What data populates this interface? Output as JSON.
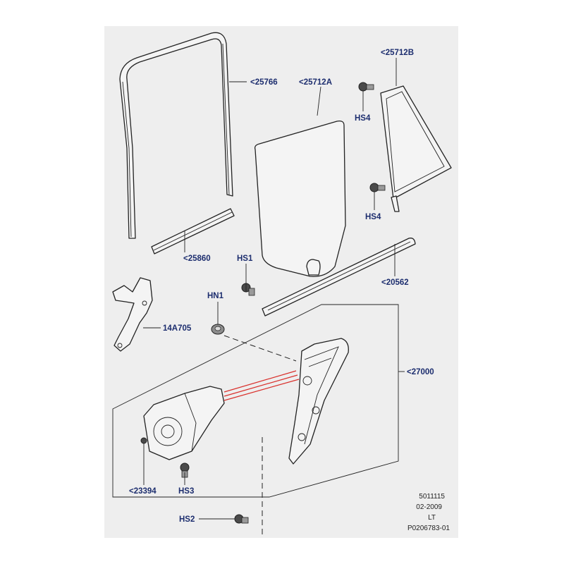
{
  "diagram": {
    "callouts": {
      "p25766": "<25766",
      "p25712A": "<25712A",
      "p25712B": "<25712B",
      "hs4_top": "HS4",
      "hs4_bottom": "HS4",
      "p25860": "<25860",
      "hs1": "HS1",
      "p20562": "<20562",
      "hn1": "HN1",
      "p14A705": "14A705",
      "p27000": "<27000",
      "p23394": "<23394",
      "hs3": "HS3",
      "hs2": "HS2"
    },
    "footer": {
      "ref": "5011115",
      "date": "02-2009",
      "code": "LT",
      "drawing": "P0206783-01"
    },
    "colors": {
      "label": "#1c2d6e",
      "panel": "#eeeeee",
      "motor_link": "#d9302c"
    }
  }
}
